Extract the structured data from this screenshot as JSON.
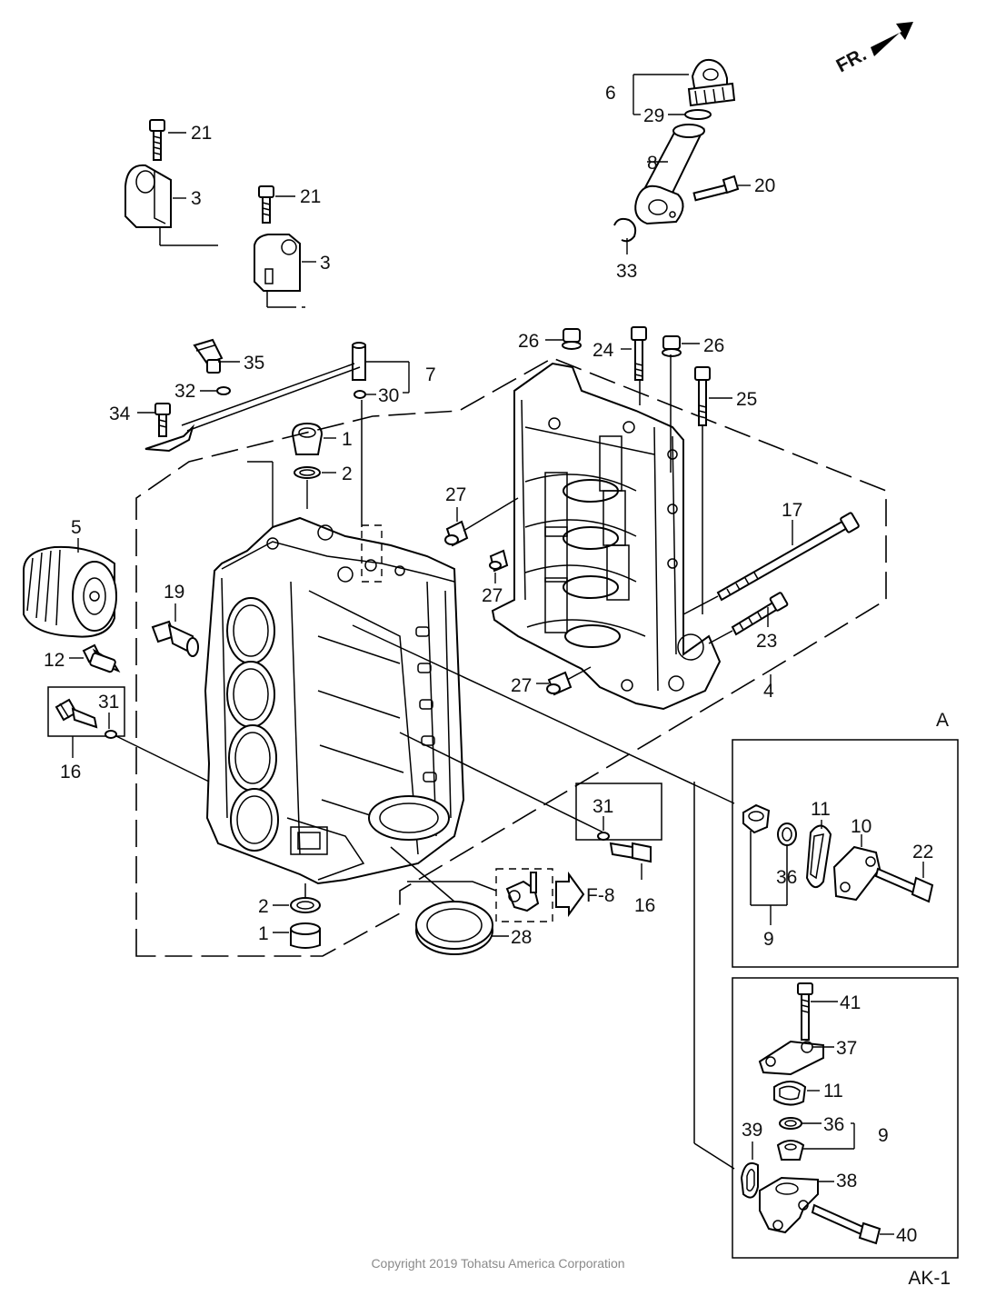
{
  "direction_label": "FR.",
  "detail_a_label": "A",
  "ref_label": "F-8",
  "copyright": "Copyright 2019 Tohatsu America Corporation",
  "page_code": "AK-1",
  "callouts": [
    "1",
    "2",
    "3",
    "4",
    "5",
    "6",
    "7",
    "8",
    "9",
    "10",
    "11",
    "12",
    "16",
    "17",
    "19",
    "20",
    "21",
    "22",
    "23",
    "24",
    "25",
    "26",
    "27",
    "28",
    "29",
    "30",
    "31",
    "32",
    "33",
    "34",
    "35",
    "36",
    "37",
    "38",
    "39",
    "40",
    "41"
  ]
}
